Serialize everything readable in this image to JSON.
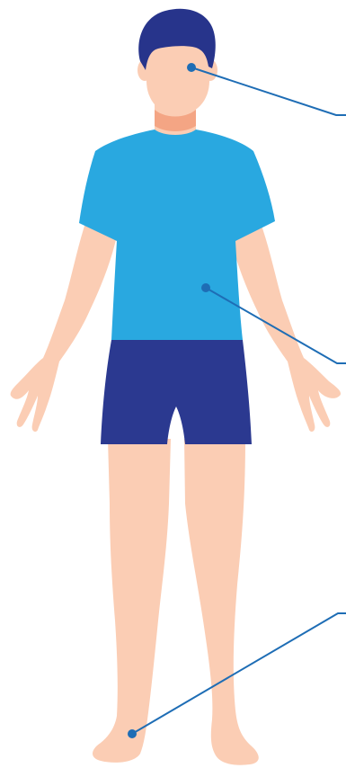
{
  "figure": {
    "subject": "standing-man",
    "colors": {
      "skin": "#FBCDB4",
      "neck_shadow": "#F4A584",
      "hair": "#27348B",
      "shirt": "#29A8E0",
      "shorts": "#2B3990",
      "callout_line": "#1E6DB5",
      "background": "#FFFFFF"
    }
  },
  "callouts": [
    {
      "id": "head",
      "target": "eye"
    },
    {
      "id": "torso",
      "target": "stomach"
    },
    {
      "id": "foot",
      "target": "right-ankle"
    }
  ]
}
